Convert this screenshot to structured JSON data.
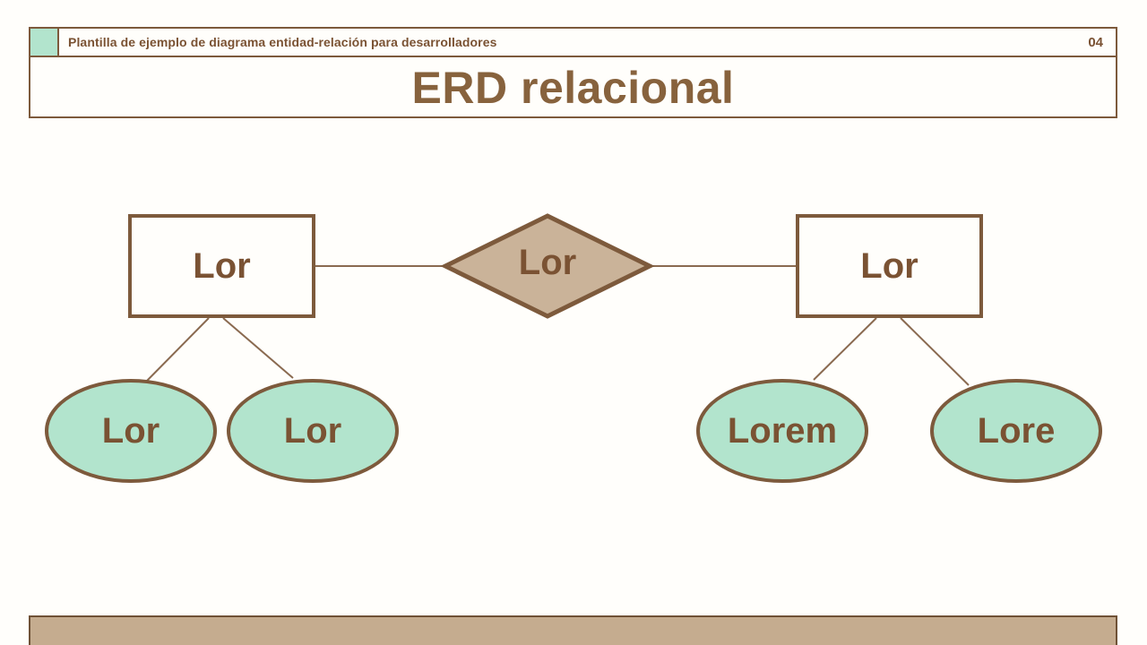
{
  "slide": {
    "header": {
      "kicker": "Plantilla de ejemplo de diagrama entidad-relación para desarrolladores",
      "page_number": "04",
      "title": "ERD relacional"
    },
    "diagram": {
      "type": "entity-relationship",
      "entities": [
        {
          "id": "entity-left",
          "shape": "rectangle",
          "label": "Lor"
        },
        {
          "id": "entity-right",
          "shape": "rectangle",
          "label": "Lor"
        }
      ],
      "relationships": [
        {
          "id": "relationship-center",
          "shape": "diamond",
          "label": "Lor"
        }
      ],
      "attributes": [
        {
          "id": "attribute-left-1",
          "shape": "ellipse",
          "label": "Lor"
        },
        {
          "id": "attribute-left-2",
          "shape": "ellipse",
          "label": "Lor"
        },
        {
          "id": "attribute-right-1",
          "shape": "ellipse",
          "label": "Lorem"
        },
        {
          "id": "attribute-right-2",
          "shape": "ellipse",
          "label": "Lore"
        }
      ],
      "connections": [
        [
          "entity-left",
          "relationship-center"
        ],
        [
          "relationship-center",
          "entity-right"
        ],
        [
          "entity-left",
          "attribute-left-1"
        ],
        [
          "entity-left",
          "attribute-left-2"
        ],
        [
          "entity-right",
          "attribute-right-1"
        ],
        [
          "entity-right",
          "attribute-right-2"
        ]
      ]
    },
    "colors": {
      "outline_brown": "#7d5a3c",
      "text_brown": "#7a5233",
      "title_brown": "#87623d",
      "mint_fill": "#b2e4cd",
      "tan_fill": "#cab399",
      "footer_tan": "#c5ac8f",
      "background": "#fffefb"
    }
  }
}
